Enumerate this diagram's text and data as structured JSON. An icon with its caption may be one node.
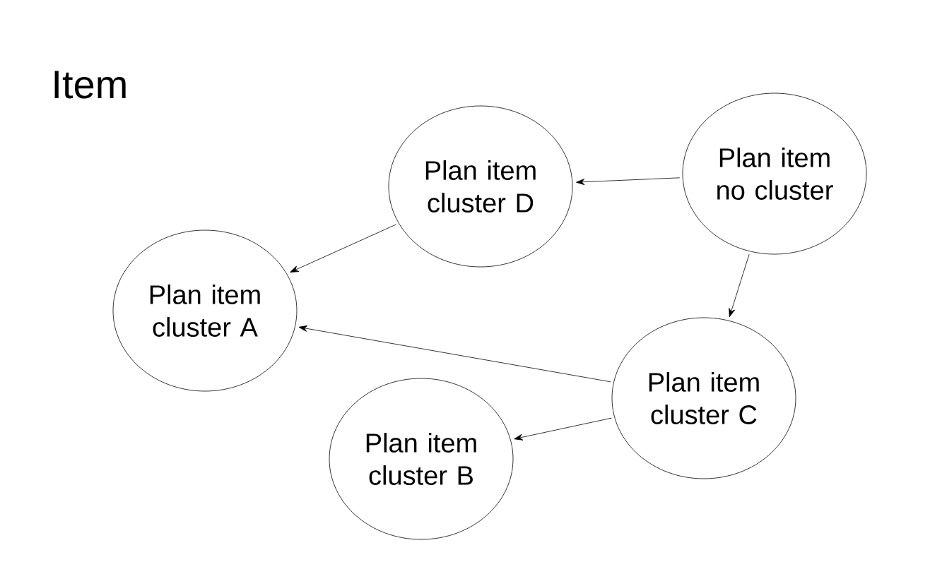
{
  "diagram": {
    "title": "Item",
    "nodes": [
      {
        "text": [
          "Plan item cluster D"
        ]
      },
      {
        "text": [
          "Plan item no cluster"
        ]
      },
      {
        "text": [
          "Plan item cluster A"
        ]
      },
      {
        "text": [
          "Plan item cluster C"
        ]
      },
      {
        "text": [
          "Plan item cluster B"
        ]
      }
    ],
    "edges": [
      {
        "from": 1,
        "to": 0,
        "arrow": "to"
      },
      {
        "from": 0,
        "to": 2,
        "arrow": "to"
      },
      {
        "from": 1,
        "to": 3,
        "arrow": "to"
      },
      {
        "from": 3,
        "to": 2,
        "arrow": "to"
      },
      {
        "from": 3,
        "to": 4,
        "arrow": "to"
      }
    ]
  }
}
